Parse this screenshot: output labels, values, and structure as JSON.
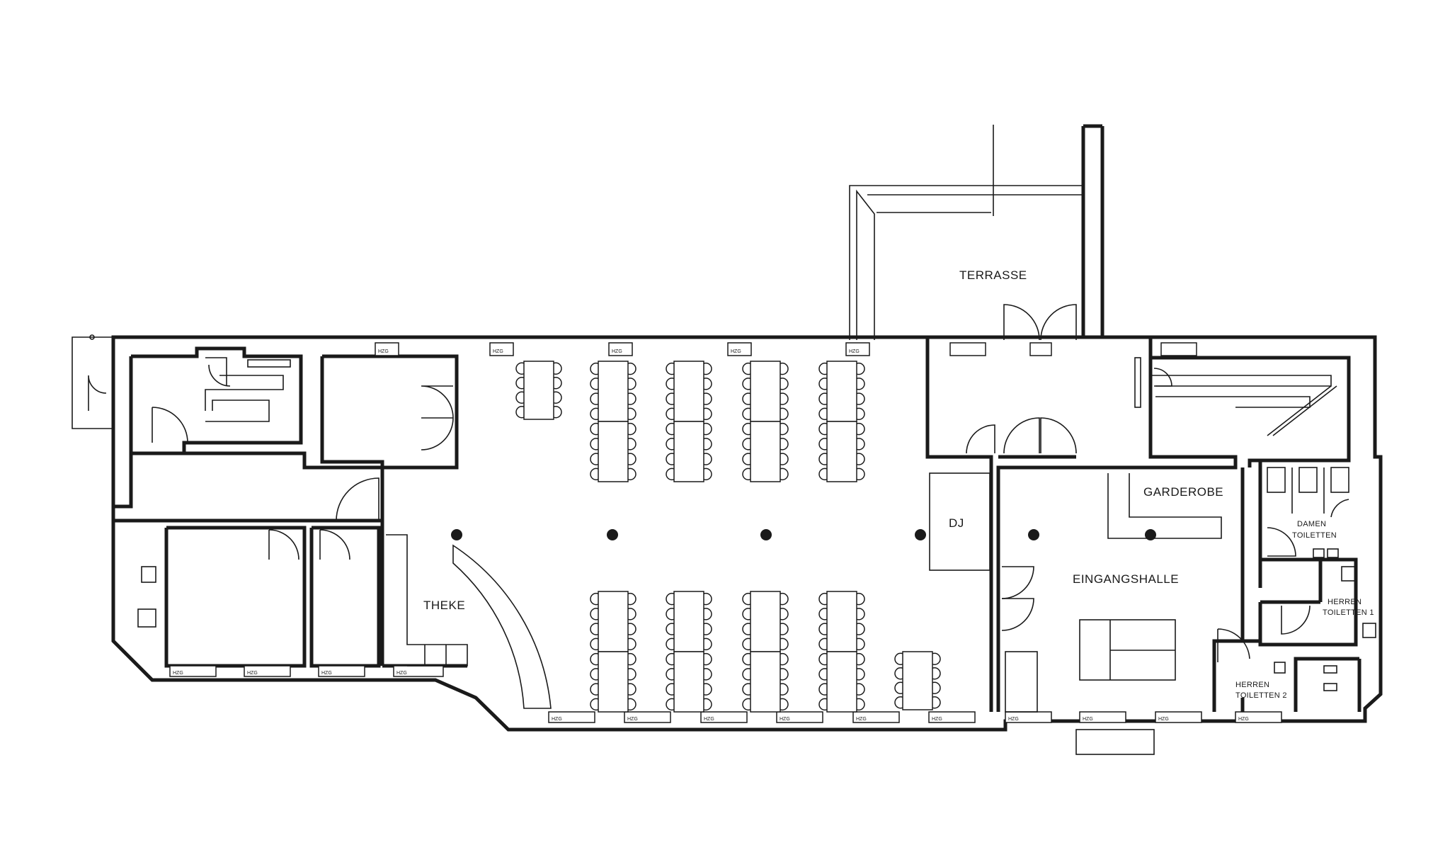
{
  "labels": {
    "terrasse": "TERRASSE",
    "garderobe": "GARDEROBE",
    "dj": "DJ",
    "theke": "THEKE",
    "eingangshalle": "EINGANGSHALLE",
    "damen_1": "DAMEN",
    "damen_2": "TOILETTEN",
    "herren1_1": "HERREN",
    "herren1_2": "TOILETTEN 1",
    "herren2_1": "HERREN",
    "herren2_2": "TOILETTEN 2"
  },
  "radiator_label": "HZG"
}
